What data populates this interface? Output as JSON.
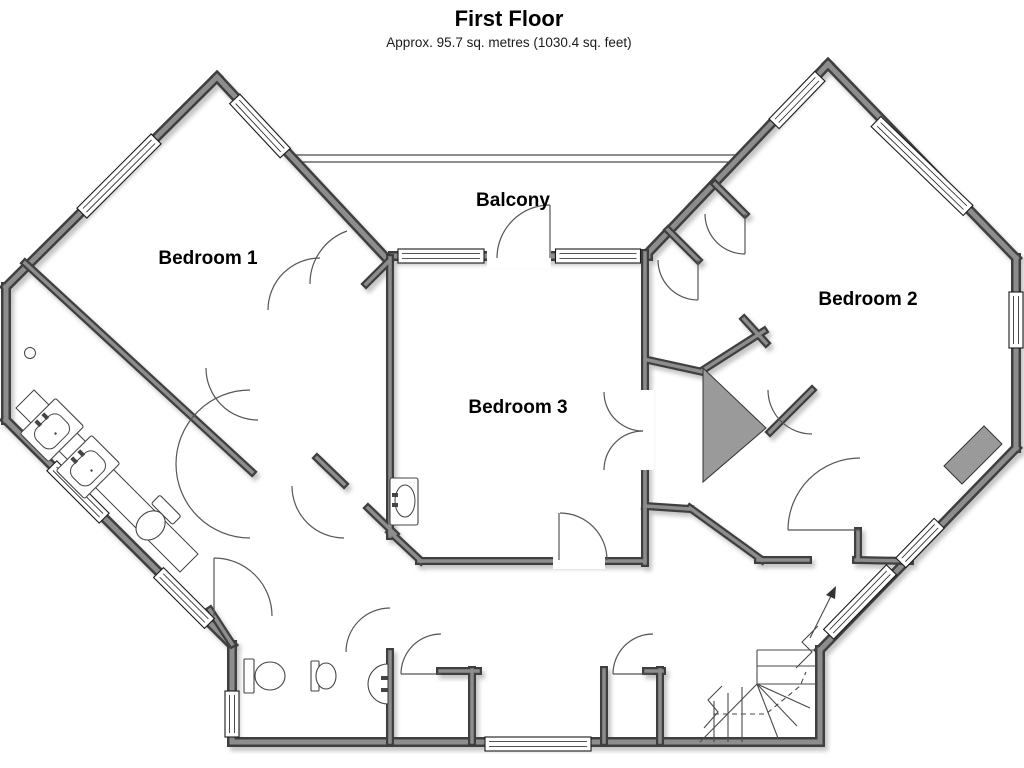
{
  "header": {
    "title": "First Floor",
    "subtitle": "Approx. 95.7 sq. metres (1030.4 sq. feet)"
  },
  "rooms": [
    {
      "id": "bedroom-1",
      "label": "Bedroom 1"
    },
    {
      "id": "balcony",
      "label": "Balcony"
    },
    {
      "id": "bedroom-3",
      "label": "Bedroom 3"
    },
    {
      "id": "bedroom-2",
      "label": "Bedroom 2"
    }
  ],
  "colors": {
    "background": "#ffffff",
    "wall_edge": "#3f3f3f",
    "wall_core": "#8d8d8d",
    "thin_line": "#4a4a4a",
    "door_arc": "#555555",
    "fixture": "#444444",
    "gray_fill": "#9a9a9a",
    "window_frame": "#1a1a1a",
    "text": "#000000"
  }
}
